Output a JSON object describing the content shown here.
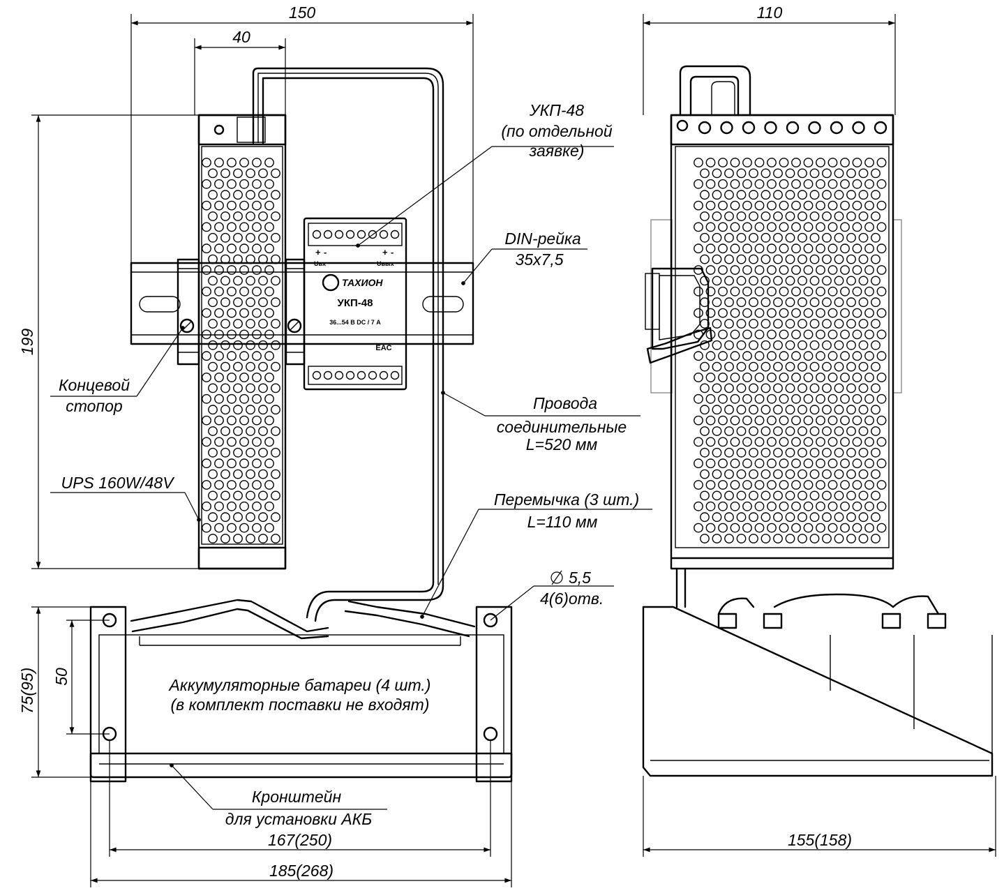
{
  "dimensions": {
    "front_width": "150",
    "terminal_width": "40",
    "height": "199",
    "side_width": "110",
    "bracket_height": "75(95)",
    "hole_pitch": "50",
    "hole_spacing": "167(250)",
    "bracket_width": "185(268)",
    "side_depth": "155(158)",
    "hole_diameter": "5,5",
    "hole_count": "4(6)отв."
  },
  "callouts": {
    "ukp_l1": "УКП-48",
    "ukp_l2": "(по отдельной",
    "ukp_l3": "заявке)",
    "din_l1": "DIN-рейка",
    "din_l2": "35х7,5",
    "stopper_l1": "Концевой",
    "stopper_l2": "стопор",
    "wires_l1": "Провода",
    "wires_l2": "соединительные",
    "wires_l3": "L=520 мм",
    "ups": "UPS 160W/48V",
    "jumper_l1": "Перемычка (3 шт.)",
    "jumper_l2": "L=110 мм",
    "battery_l1": "Аккумуляторные батареи (4 шт.)",
    "battery_l2": "(в комплект поставки не входят)",
    "bracket_l1": "Кронштейн",
    "bracket_l2": "для установки АКБ"
  },
  "module_label": {
    "brand": "ТАХИОН",
    "model": "УКП-48",
    "rating": "36...54 В DC / 7 А",
    "mark": "EAC",
    "uin": "Uвх",
    "uout": "Uвых",
    "plus": "+",
    "minus": "-"
  }
}
